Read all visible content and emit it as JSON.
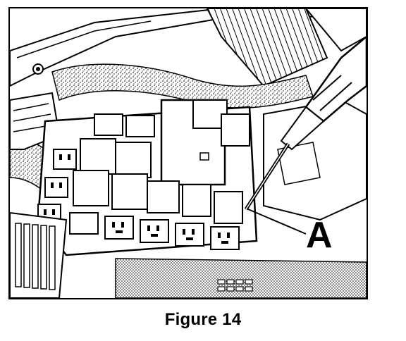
{
  "figure": {
    "caption": "Figure 14",
    "callout_label": "A"
  },
  "icons": {
    "illustration": "fuse-relay-box-removal-illustration",
    "tool": "screwdriver-icon"
  }
}
